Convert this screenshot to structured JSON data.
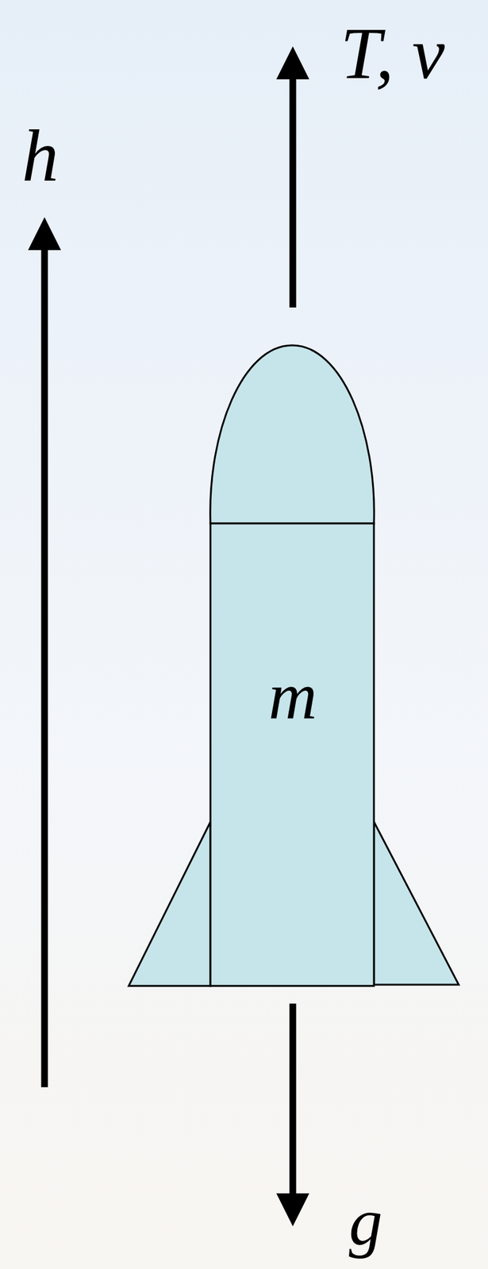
{
  "diagram": {
    "nodes": [
      {
        "text": [
          "m"
        ]
      }
    ],
    "labels": [
      "T, v",
      "h",
      "g"
    ]
  }
}
